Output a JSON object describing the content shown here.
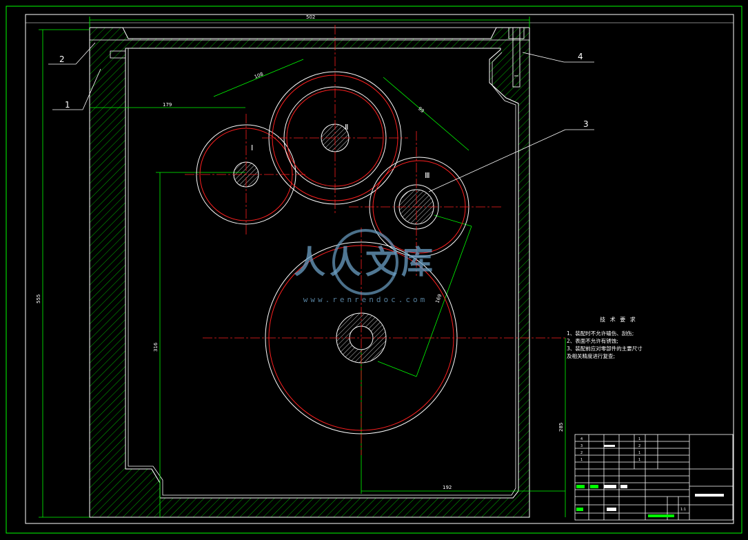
{
  "colors": {
    "background": "#000000",
    "frame": "#00ff00",
    "section": "#ffffff",
    "pitch_circle": "#ff2020",
    "center_line": "#ff2020",
    "dimension": "#00ff00",
    "leader": "#ffffff",
    "watermark": "#6b9fc4"
  },
  "dimensions": {
    "overall_width": "502",
    "overall_height": "555",
    "left_offset": "179",
    "gear_center_height": "316",
    "lower_height": "285",
    "lower_width": "192",
    "gear_spacing_1": "108",
    "gear_spacing_2": "99",
    "gear_spacing_3": "169"
  },
  "leaders": [
    "1",
    "2",
    "3",
    "4"
  ],
  "shaft_labels": [
    "Ⅰ",
    "Ⅱ",
    "Ⅲ"
  ],
  "notes": {
    "title": "技 术 要 求",
    "lines": [
      "1、装配时不允许磕伤、刮伤;",
      "2、表面不允许有锈蚀;",
      "3、装配前应对零部件的主要尺寸",
      "及相关精度进行复查;"
    ]
  },
  "watermark": {
    "text": "人人文库",
    "url": "www.renrendoc.com"
  },
  "title_block": {
    "parts": [
      {
        "no": "4",
        "qty": "1"
      },
      {
        "no": "3",
        "qty": "2"
      },
      {
        "no": "2",
        "qty": "1"
      },
      {
        "no": "1",
        "qty": "1"
      }
    ],
    "scale": "1:1"
  }
}
